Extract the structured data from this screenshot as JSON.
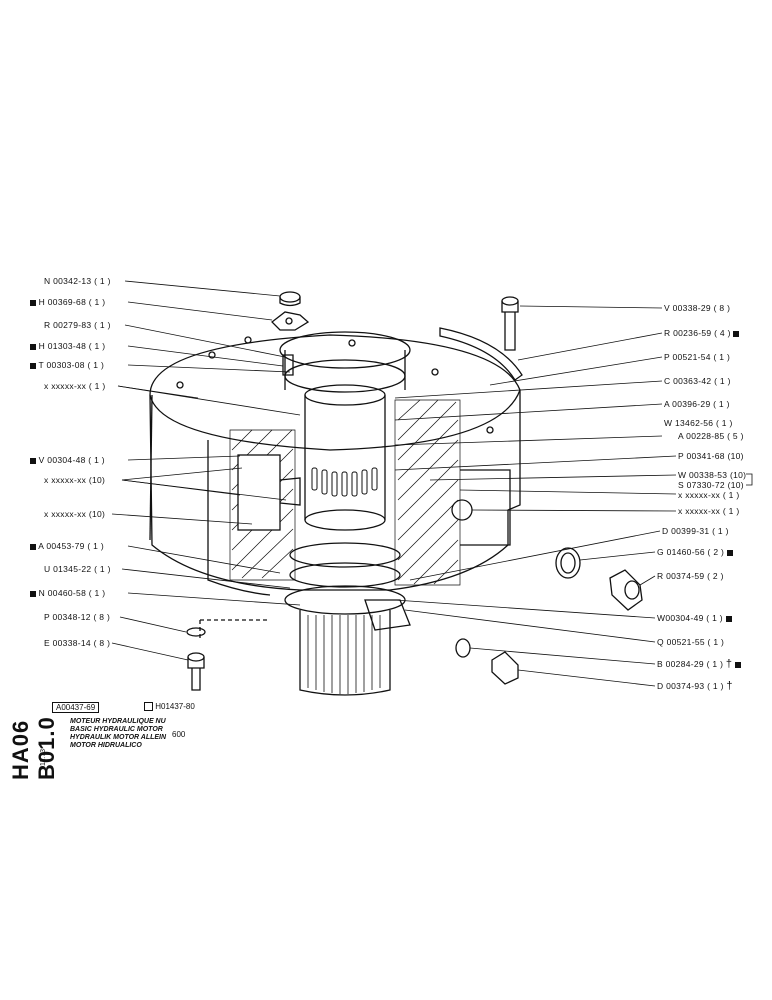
{
  "document": {
    "code": "HA06 B01.0",
    "date": "11.73",
    "ref_main": "A00437-69",
    "ref_alt": "H01437-80",
    "model": "600",
    "titles": [
      "MOTEUR HYDRAULIQUE NU",
      "BASIC HYDRAULIC MOTOR",
      "HYDRAULIK MOTOR ALLEIN",
      "MOTOR HIDRUALICO"
    ]
  },
  "labels_left": [
    {
      "text": "N 00342-13 ( 1 )",
      "square": false
    },
    {
      "text": "H 00369-68 ( 1 )",
      "square": true
    },
    {
      "text": "R 00279-83 ( 1 )",
      "square": false
    },
    {
      "text": "H 01303-48 ( 1 )",
      "square": true
    },
    {
      "text": "T 00303-08 ( 1 )",
      "square": true
    },
    {
      "text": "x xxxxx-xx ( 1 )",
      "square": false
    },
    {
      "text": "V 00304-48 ( 1 )",
      "square": true
    },
    {
      "text": "x xxxxx-xx (10)",
      "square": false
    },
    {
      "text": "x xxxxx-xx (10)",
      "square": false
    },
    {
      "text": "A 00453-79 ( 1 )",
      "square": true
    },
    {
      "text": "U 01345-22 ( 1 )",
      "square": false
    },
    {
      "text": "N 00460-58 ( 1 )",
      "square": true
    },
    {
      "text": "P 00348-12 ( 8 )",
      "square": false
    },
    {
      "text": "E 00338-14 ( 8 )",
      "square": false
    }
  ],
  "labels_right": [
    {
      "text": "V 00338-29 ( 8 )",
      "square": false,
      "mark": ""
    },
    {
      "text": "R 00236-59 ( 4 )",
      "square": true,
      "mark": ""
    },
    {
      "text": "P 00521-54 ( 1 )",
      "square": false,
      "mark": ""
    },
    {
      "text": "C 00363-42 ( 1 )",
      "square": false,
      "mark": ""
    },
    {
      "text": "A 00396-29 ( 1 )",
      "square": false,
      "mark": ""
    },
    {
      "text": "W 13462-56 ( 1 )",
      "square": false,
      "mark": ""
    },
    {
      "text": "A 00228-85 ( 5 )",
      "square": false,
      "mark": ""
    },
    {
      "text": "P 00341-68 (10)",
      "square": false,
      "mark": ""
    },
    {
      "text": "W 00338-53 (10)",
      "square": false,
      "mark": ""
    },
    {
      "text": "S 07330-72 (10)",
      "square": false,
      "mark": ""
    },
    {
      "text": "x xxxxx-xx ( 1 )",
      "square": false,
      "mark": ""
    },
    {
      "text": "x xxxxx-xx ( 1 )",
      "square": false,
      "mark": ""
    },
    {
      "text": "D 00399-31 ( 1 )",
      "square": false,
      "mark": ""
    },
    {
      "text": "G 01460-56 ( 2 )",
      "square": true,
      "mark": ""
    },
    {
      "text": "R 00374-59 ( 2 )",
      "square": false,
      "mark": ""
    },
    {
      "text": "W00304-49 ( 1 )",
      "square": true,
      "mark": ""
    },
    {
      "text": "Q 00521-55 ( 1 )",
      "square": false,
      "mark": ""
    },
    {
      "text": "B 00284-29 ( 1 )",
      "square": true,
      "mark": "†"
    },
    {
      "text": "D 00374-93 ( 1 )",
      "square": false,
      "mark": "†"
    }
  ]
}
